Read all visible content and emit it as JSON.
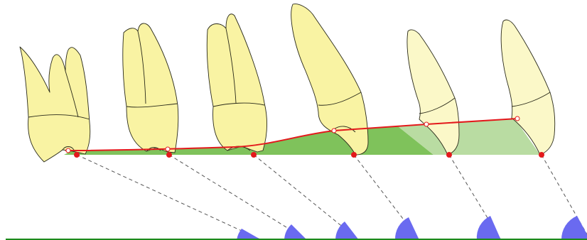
{
  "colors": {
    "tooth_fill": "#f9f3a3",
    "tooth_fill_light": "#fbf8c8",
    "tooth_outline": "#2a2a1a",
    "curve": "#e3191c",
    "contact_point": "#e3191c",
    "occlusal_band": "#7fc25b",
    "occlusal_band_light": "#b9dca2",
    "guide_line": "#555555",
    "protractor": "#6a6af0",
    "baseline": "#1c8a1c"
  },
  "teeth": [
    {
      "name": "second-molar",
      "icon": "molar-icon"
    },
    {
      "name": "first-molar",
      "icon": "molar-icon"
    },
    {
      "name": "second-premolar",
      "icon": "premolar-icon"
    },
    {
      "name": "first-premolar",
      "icon": "premolar-icon"
    },
    {
      "name": "canine",
      "icon": "canine-icon"
    },
    {
      "name": "lateral-incisor",
      "icon": "incisor-icon"
    }
  ]
}
